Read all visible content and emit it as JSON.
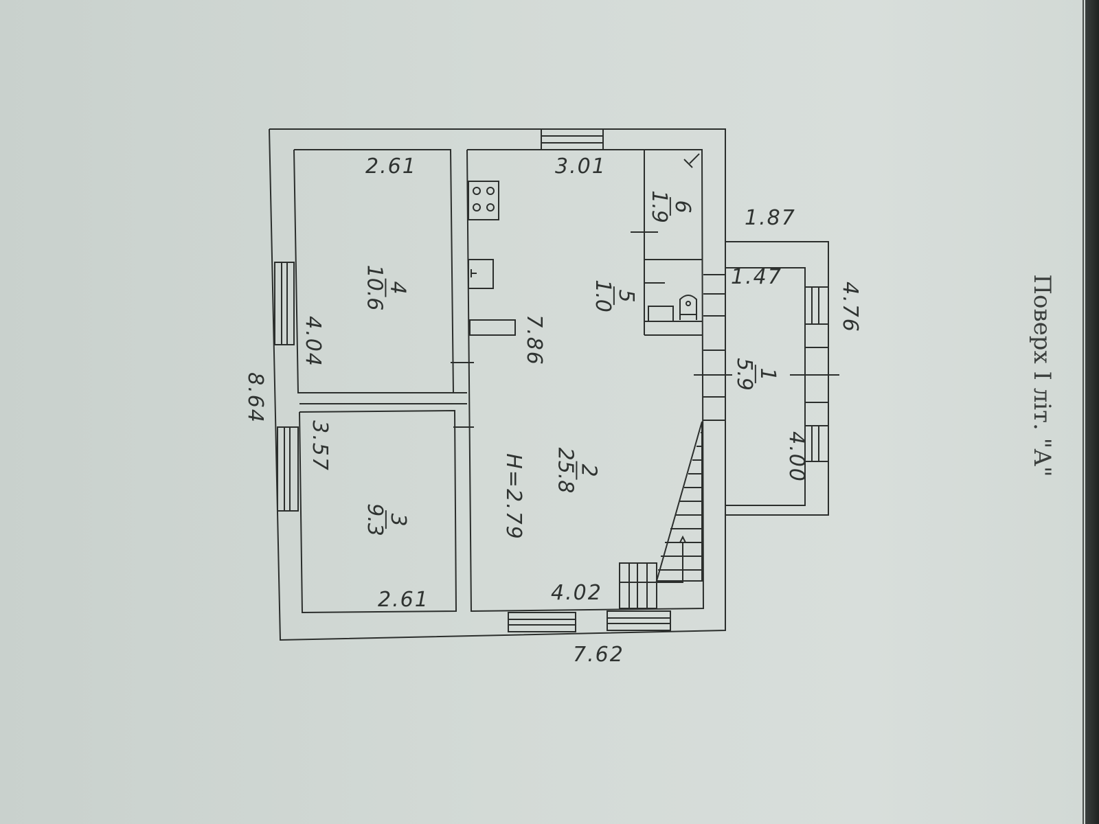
{
  "document": {
    "title": "Поверх I літ. \"А\"",
    "ceiling_height_label": "H=2.79"
  },
  "overall_dimensions": {
    "length": "7.62",
    "width": "8.64",
    "porch_outer_depth": "1.87",
    "porch_outer_length": "4.76"
  },
  "rooms": [
    {
      "number": "1",
      "area": "5.9",
      "dims": [
        "1.47",
        "4.00"
      ]
    },
    {
      "number": "2",
      "area": "25.8",
      "dims": [
        "4.02",
        "7.86",
        "3.01"
      ]
    },
    {
      "number": "3",
      "area": "9.3",
      "dims": [
        "2.61",
        "3.57"
      ]
    },
    {
      "number": "4",
      "area": "10.6",
      "dims": [
        "2.61",
        "4.04"
      ]
    },
    {
      "number": "5",
      "area": "1.0",
      "dims": []
    },
    {
      "number": "6",
      "area": "1.9",
      "dims": []
    }
  ],
  "fixtures": [
    "stove-icon",
    "sink-icon",
    "toilet-icon",
    "shower-icon",
    "staircase-icon"
  ],
  "colors": {
    "paper": "#d3dad6",
    "ink": "#2b2e2c",
    "edge": "#1f2321"
  }
}
